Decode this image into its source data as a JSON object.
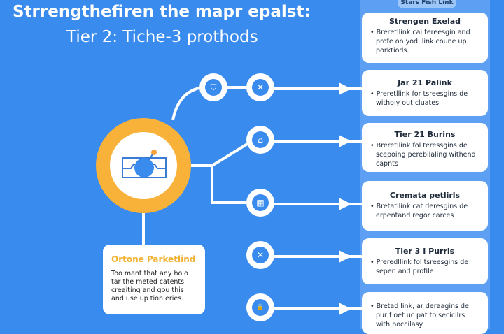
{
  "header": {
    "title": "Strrengthefiren the mapr epalst:",
    "subtitle": "Tier 2: Tiche-3 prothods"
  },
  "panel": {
    "label": "Stars Fish Link"
  },
  "cards": [
    {
      "title": "Strengen Exelad",
      "text": "Breretllink cai tereesgin and profe on yod llink coune up porktiods."
    },
    {
      "title": "Jar 21 Palink",
      "text": "Preretllink for tsreesgins de witholy out cluates"
    },
    {
      "title": "Tier 21 Burins",
      "text": "Breretllink fol teressgins de scepoing perebilaling withend capnts"
    },
    {
      "title": "Cremata petlirls",
      "text": "Bretatllink cat deresgins de erpentand regor carces"
    },
    {
      "title": "Tier 3 I Purris",
      "text": "Preredllink fol tsreesgins de sepen and profile"
    },
    {
      "title": "",
      "text": "Bretad link, ar deraagins de pur f oet uc pat to secicilrs with poccilasy."
    }
  ],
  "nodes": [
    {
      "icon": "bucket-icon",
      "glyph": "⛉"
    },
    {
      "icon": "cross-tools-icon",
      "glyph": "✕"
    },
    {
      "icon": "bag-icon",
      "glyph": "⌂"
    },
    {
      "icon": "building-icon",
      "glyph": "▦"
    },
    {
      "icon": "tools-icon",
      "glyph": "✕"
    },
    {
      "icon": "lock-icon",
      "glyph": "🔒"
    }
  ],
  "box": {
    "title": "Ortone Parketlind",
    "text": "Too mant that any holo tar the meted catents creaiting and gou this and use up tion eries."
  },
  "colors": {
    "background": "#3a8bee",
    "accent": "#f8b23a"
  }
}
